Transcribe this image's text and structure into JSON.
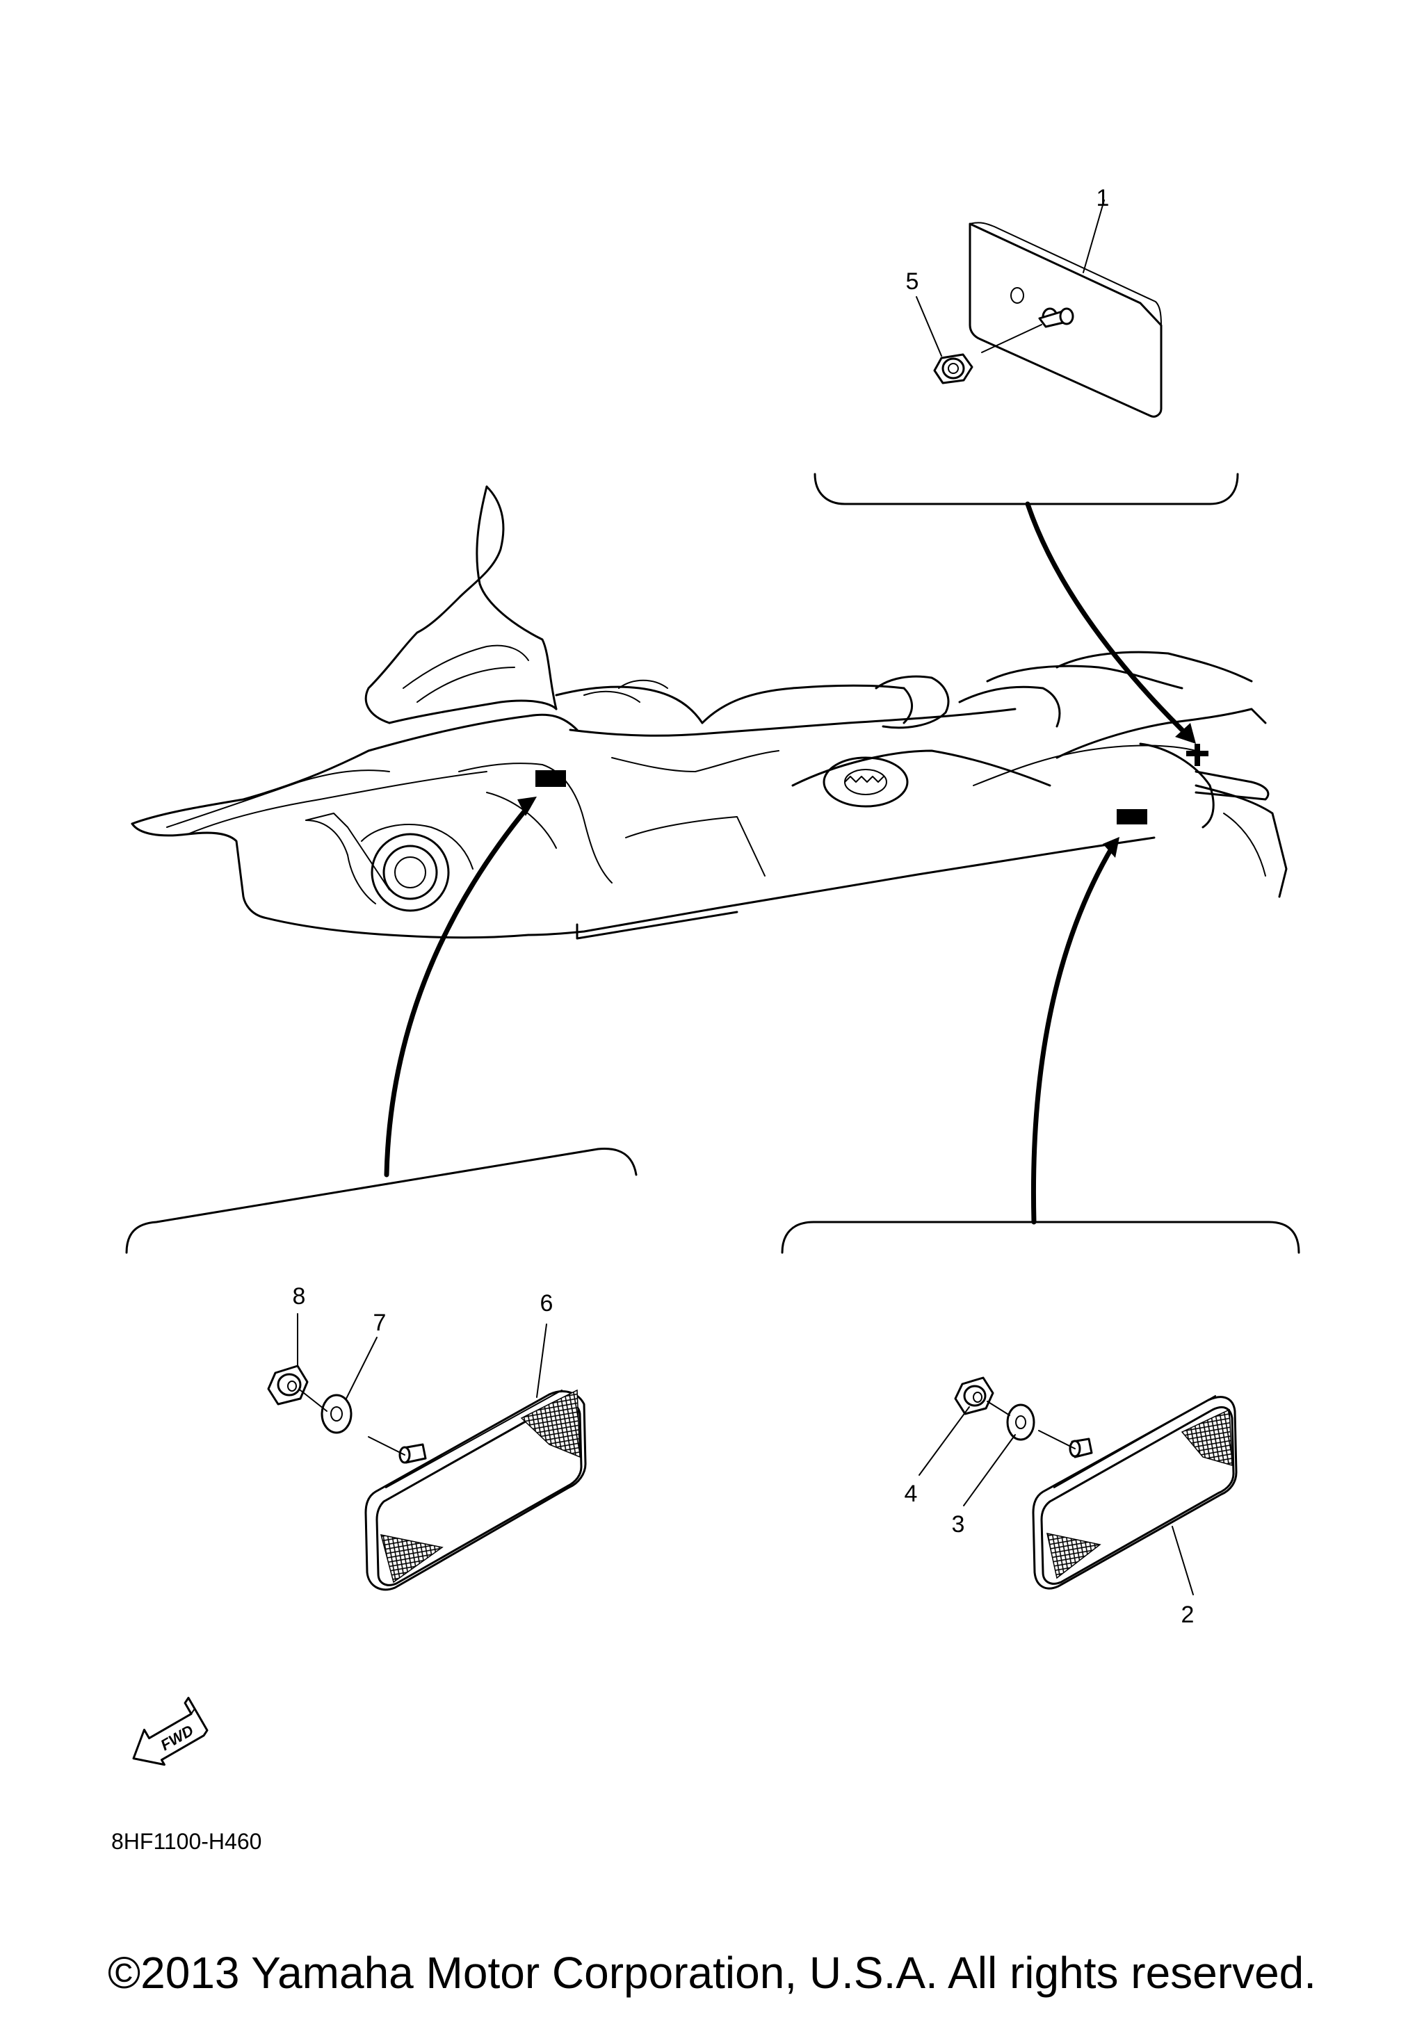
{
  "callouts": [
    {
      "number": "1"
    },
    {
      "number": "2"
    },
    {
      "number": "3"
    },
    {
      "number": "4"
    },
    {
      "number": "5"
    },
    {
      "number": "6"
    },
    {
      "number": "7"
    },
    {
      "number": "8"
    }
  ],
  "fwd_arrow": {
    "label": "FWD",
    "icon": "forward-direction-arrow-icon"
  },
  "diagram_code": "8HF1100-H460",
  "copyright": "©2013 Yamaha Motor Corporation, U.S.A. All rights reserved."
}
